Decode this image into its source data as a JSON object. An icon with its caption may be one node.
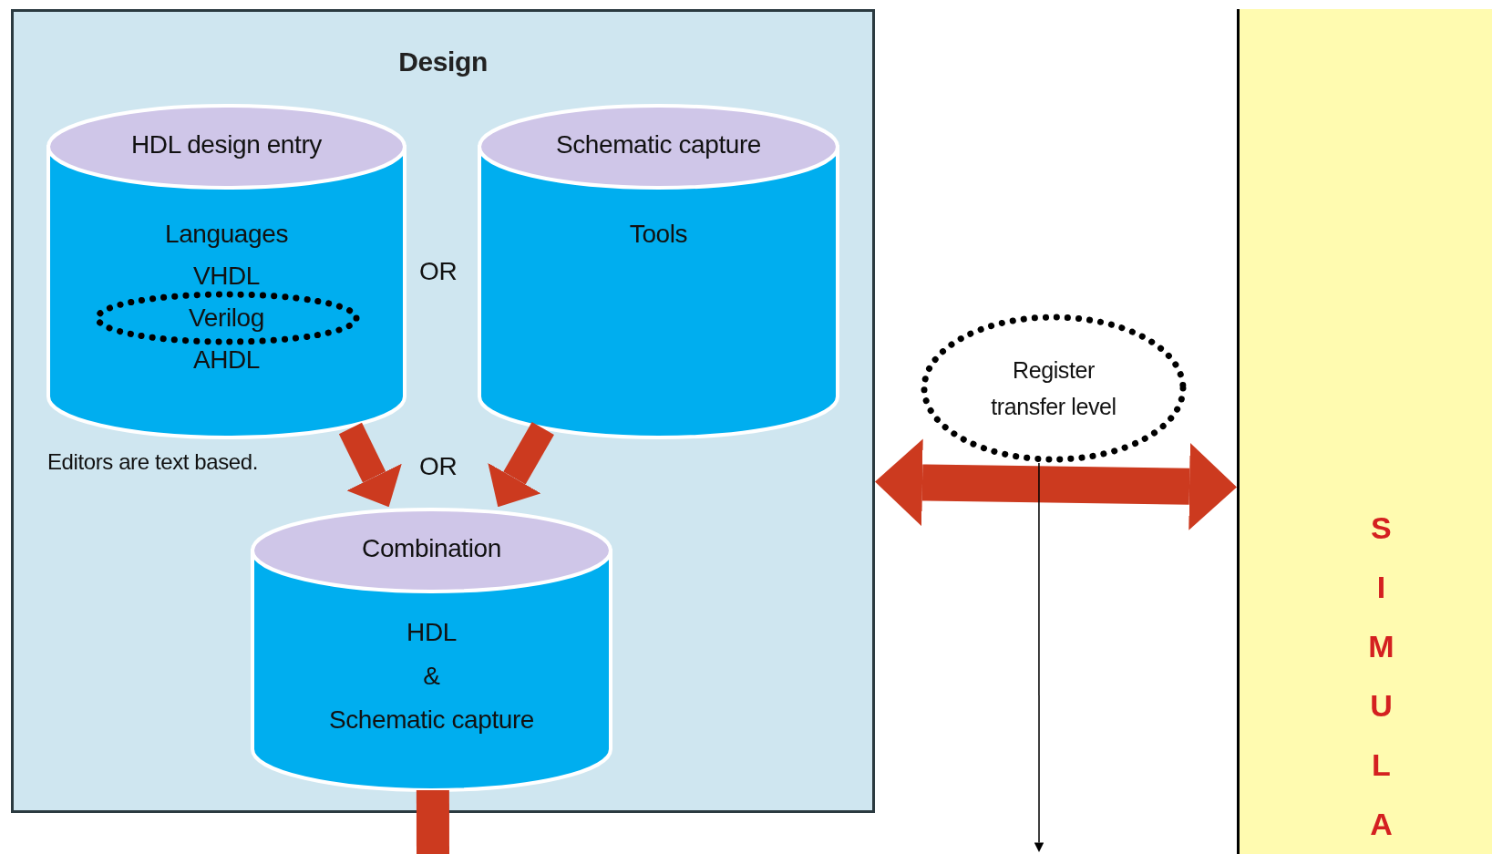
{
  "diagram": {
    "nodes": [
      {
        "text": [
          "Design"
        ]
      },
      {
        "text": [
          "HDL design entry",
          "Languages",
          "VHDL",
          "AHDL"
        ],
        "in": 0
      },
      {
        "text": [
          "Verilog"
        ],
        "in": 1
      },
      {
        "text": [
          "Schematic capture",
          "Tools"
        ],
        "in": 0
      },
      {
        "text": [
          "Combination",
          "HDL",
          "&",
          "Schematic capture"
        ],
        "in": 0
      },
      {
        "text": [
          "Register transfer level"
        ]
      },
      {
        "text": [
          "SIMULA"
        ]
      }
    ],
    "edges": [
      {
        "from": 1,
        "to": 4,
        "arrow": "to"
      },
      {
        "from": 3,
        "to": 4,
        "arrow": "to"
      },
      {
        "from": 4,
        "to": null,
        "arrow": "none"
      },
      {
        "from": 0,
        "to": 6,
        "arrow": "both"
      },
      {
        "from": 5,
        "to": null,
        "arrow": "to",
        "color": "#000000"
      }
    ],
    "labels": [
      "OR",
      "OR",
      "Editors are text based."
    ]
  }
}
